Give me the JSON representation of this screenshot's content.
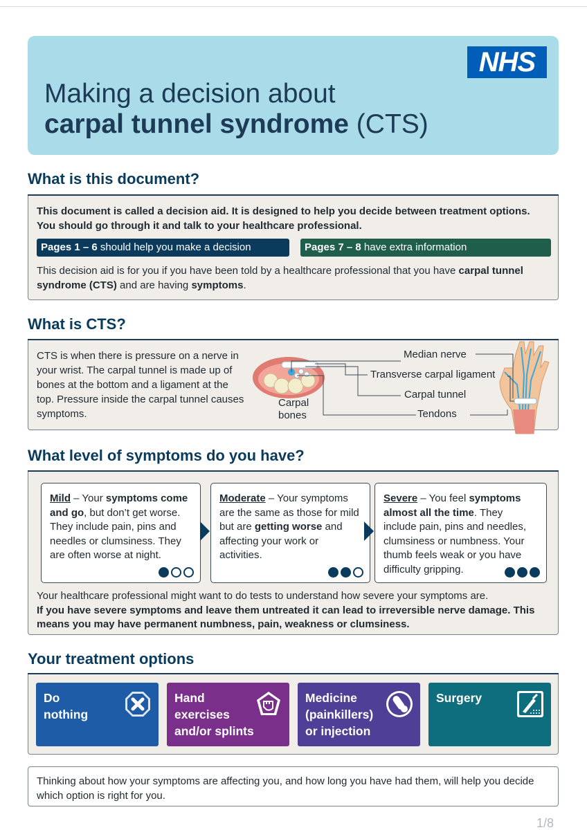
{
  "header": {
    "logo": "NHS",
    "title_line1": "Making a decision about",
    "title_bold": "carpal tunnel syndrome",
    "title_rest": " (CTS)"
  },
  "section_document": {
    "heading": "What is this document?",
    "intro": "This document is called a decision aid. It is designed to help you decide between treatment options. You should go through it and talk to your healthcare professional.",
    "pill_blue_bold": "Pages 1 – 6",
    "pill_blue_text": " should help you make a decision",
    "pill_green_bold": "Pages 7 – 8",
    "pill_green_text": " have extra information",
    "body_1": "This decision aid is for you if you have been told by a healthcare professional that you have ",
    "body_bold_1": "carpal tunnel syndrome (CTS)",
    "body_2": " and are having ",
    "body_bold_2": "symptoms",
    "body_3": "."
  },
  "section_cts": {
    "heading": "What is CTS?",
    "text": "CTS is when there is pressure on a nerve in your wrist. The carpal tunnel is made up of bones at the bottom and a ligament at the top. Pressure inside the carpal tunnel causes symptoms.",
    "labels": {
      "carpal_bones": "Carpal bones",
      "median_nerve": "Median nerve",
      "ligament": "Transverse carpal ligament",
      "carpal_tunnel": "Carpal tunnel",
      "tendons": "Tendons"
    }
  },
  "section_symptoms": {
    "heading": "What level of symptoms do you have?",
    "mild": {
      "title": "Mild",
      "t1": " – Your ",
      "b1": "symptoms come and go",
      "t2": ", but don’t get worse. They include pain, pins and needles or clumsiness. They are often worse at night.",
      "level": 1
    },
    "moderate": {
      "title": "Moderate",
      "t1": " – Your symptoms are the same as those for mild but are ",
      "b1": "getting worse",
      "t2": " and affecting your work or activities.",
      "level": 2
    },
    "severe": {
      "title": "Severe",
      "t1": " – You feel ",
      "b1": "symptoms almost all the time",
      "t2": ". They include pain, pins and needles, clumsiness or numbness. Your thumb feels weak or you have difficulty gripping.",
      "level": 3
    },
    "note": "Your healthcare professional might want to do tests to understand how severe your symptoms are.",
    "warning": "If you have severe symptoms and leave them untreated it can lead to irreversible nerve damage. This means you may have permanent numbness, pain, weakness or clumsiness."
  },
  "section_options": {
    "heading": "Your treatment options",
    "options": [
      {
        "label_1": "Do",
        "label_2": "nothing",
        "label_3": "",
        "color": "#1f5ca8",
        "icon": "cross-octagon-icon"
      },
      {
        "label_1": "Hand",
        "label_2": "exercises",
        "label_3": "and/or splints",
        "color": "#7a2f8a",
        "icon": "fist-icon"
      },
      {
        "label_1": "Medicine",
        "label_2": "(painkillers)",
        "label_3": "or injection",
        "color": "#4f3f96",
        "icon": "pill-icon"
      },
      {
        "label_1": "Surgery",
        "label_2": "",
        "label_3": "",
        "color": "#0f6e7e",
        "icon": "scalpel-icon"
      }
    ]
  },
  "footer": {
    "text": "Thinking about how your symptoms are affecting you, and how long you have had them, will help you decide which option is right for you.",
    "page": "1/8"
  },
  "colors": {
    "header_bg": "#a9dce8",
    "navy": "#0b3b5c",
    "green": "#1e5e4a",
    "nhs_blue": "#005eb8",
    "box_bg": "#f1eeea"
  }
}
